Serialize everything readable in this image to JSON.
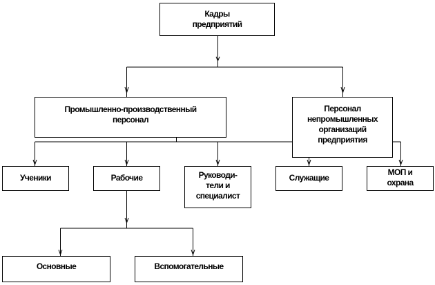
{
  "nodes": {
    "root": "Кадры\nпредприятий",
    "industrial": "Промышленно-производственный\nперсонал",
    "nonindustrial": "Персонал\nнепромышленных\nорганизаций\nпредприятия",
    "apprentices": "Ученики",
    "workers": "Рабочие",
    "managers": "Руководи-\nтели и\nспециалист",
    "employees": "Служащие",
    "mop": "МОП и\nохрана",
    "main": "Основные",
    "auxiliary": "Вспомогательные"
  },
  "edges": [
    [
      "root",
      "industrial"
    ],
    [
      "root",
      "nonindustrial"
    ],
    [
      "industrial",
      "apprentices"
    ],
    [
      "industrial",
      "workers"
    ],
    [
      "industrial",
      "managers"
    ],
    [
      "industrial",
      "employees"
    ],
    [
      "industrial",
      "mop"
    ],
    [
      "workers",
      "main"
    ],
    [
      "workers",
      "auxiliary"
    ]
  ]
}
